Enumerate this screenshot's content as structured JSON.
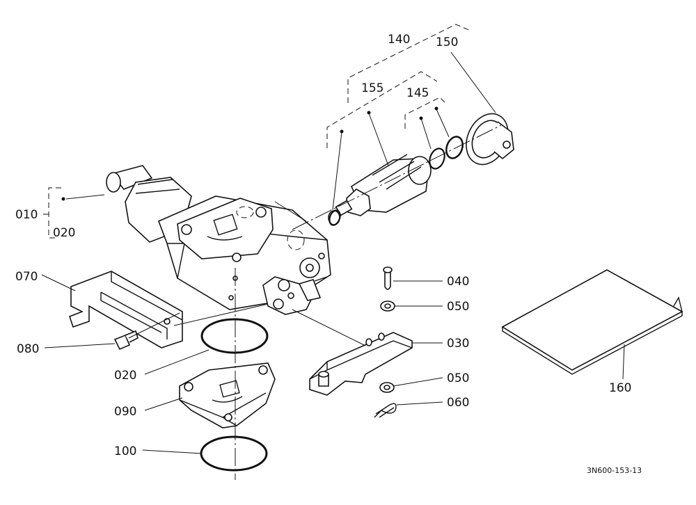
{
  "part_labels": {
    "p010": "010",
    "p020a": "020",
    "p020b": "020",
    "p030": "030",
    "p040": "040",
    "p050a": "050",
    "p050b": "050",
    "p060": "060",
    "p070": "070",
    "p080": "080",
    "p090": "090",
    "p100": "100",
    "p140": "140",
    "p145": "145",
    "p150": "150",
    "p155": "155",
    "p160": "160"
  },
  "drawing_ref": "3N600-153-13"
}
